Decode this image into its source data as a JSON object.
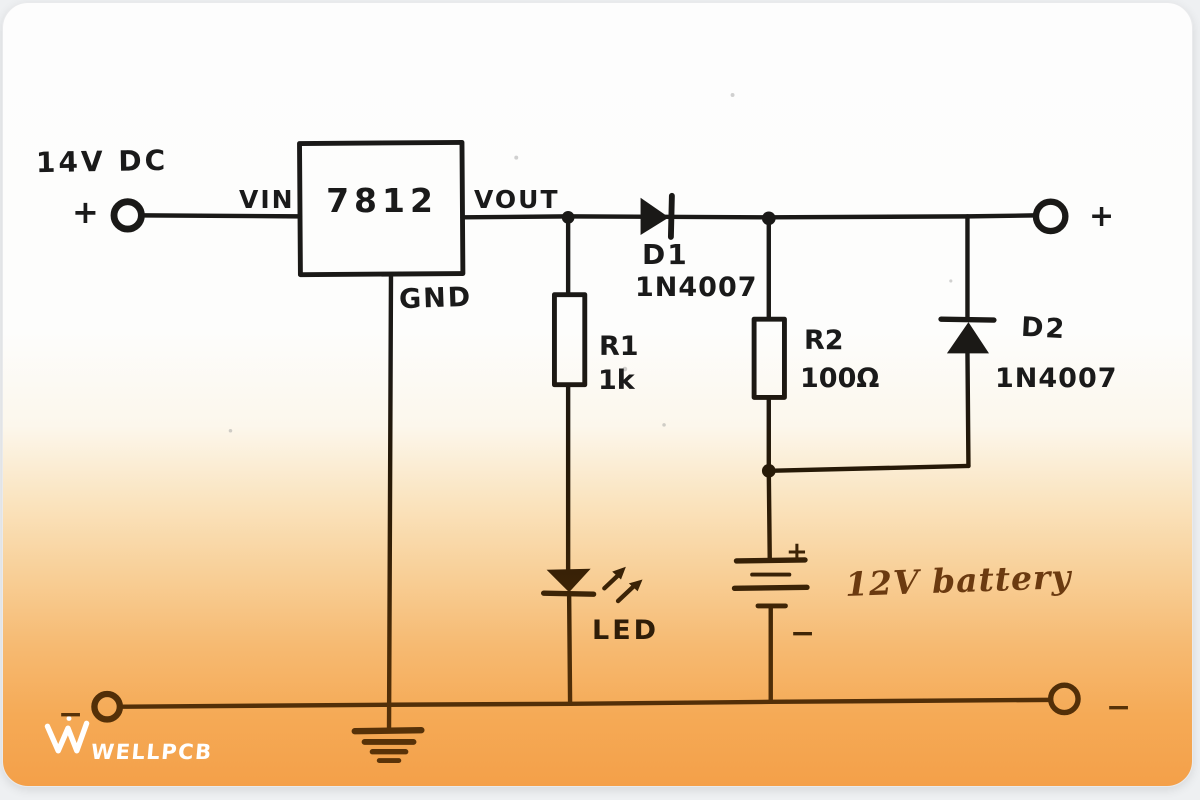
{
  "meta": {
    "kind": "hand-drawn circuit schematic",
    "description": "7812 regulator based 12V battery charger circuit"
  },
  "colors": {
    "ink_black": "#191919",
    "ink_brown": "#5e3509",
    "handwriting_brown": "#6b3a10",
    "paper_white": "#fdfdfd",
    "orange_bottom": "#f4a049",
    "logo_white": "#ffffff"
  },
  "circuit": {
    "input": {
      "title": "14V DC",
      "plus": "+",
      "minus": "−"
    },
    "regulator": {
      "part": "7812",
      "pin_in": "VIN",
      "pin_out": "VOUT",
      "pin_gnd": "GND"
    },
    "d1": {
      "name": "D1",
      "part": "1N4007"
    },
    "r1": {
      "name": "R1",
      "value": "1k"
    },
    "r2": {
      "name": "R2",
      "value": "100Ω"
    },
    "d2": {
      "name": "D2",
      "part": "1N4007"
    },
    "led": {
      "label": "LED"
    },
    "battery": {
      "plus": "+",
      "minus": "−",
      "label": "12V battery"
    },
    "output": {
      "plus": "+",
      "minus": "−"
    }
  },
  "logo": {
    "text": "WELLPCB"
  }
}
